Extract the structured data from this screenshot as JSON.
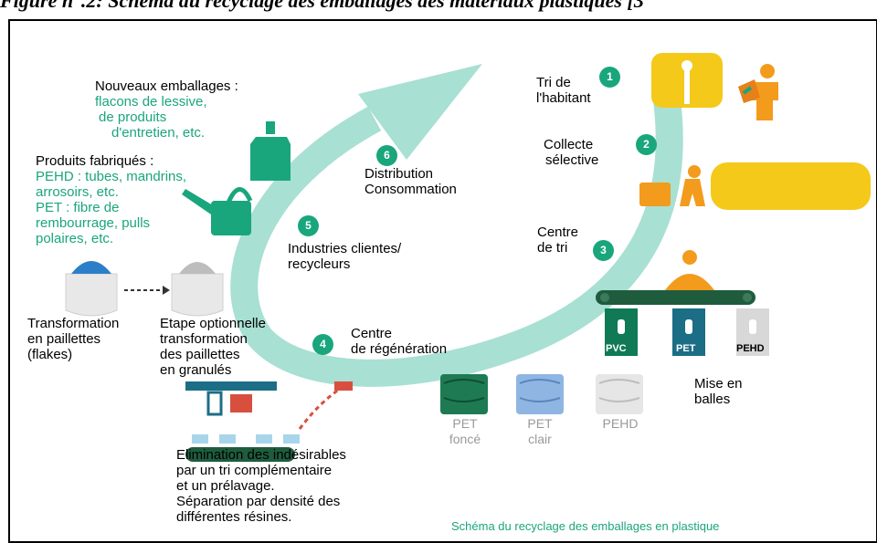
{
  "caption": "Figure n°.2: Schéma du recyclage des emballages des matériaux plastiques [3",
  "steps": {
    "s1": {
      "num": "1",
      "line1": "Tri de",
      "line2": "l'habitant"
    },
    "s2": {
      "num": "2",
      "line1": "Collecte",
      "line2": "sélective"
    },
    "s3": {
      "num": "3",
      "line1": "Centre",
      "line2": "de tri"
    },
    "s4": {
      "num": "4",
      "line1": "Centre",
      "line2": "de régénération"
    },
    "s5": {
      "num": "5",
      "line1": "Industries clientes/",
      "line2": "recycleurs"
    },
    "s6": {
      "num": "6",
      "line1": "Distribution",
      "line2": "Consommation"
    }
  },
  "new_packaging": {
    "title": "Nouveaux emballages :",
    "lines": [
      "flacons de lessive,",
      "de produits",
      "d'entretien, etc."
    ]
  },
  "products": {
    "title": "Produits fabriqués :",
    "lines": [
      "PEHD : tubes, mandrins,",
      "arrosoirs, etc.",
      "PET : fibre de",
      "rembourrage, pulls",
      "polaires, etc."
    ]
  },
  "flakes": {
    "lines": [
      "Transformation",
      "en paillettes",
      "(flakes)"
    ]
  },
  "optional": {
    "lines": [
      "Etape optionnelle",
      "transformation",
      "des paillettes",
      "en granulés"
    ]
  },
  "elimination": {
    "lines": [
      "Elimination des indésirables",
      "par un tri complémentaire",
      "et un prélavage.",
      "Séparation par densité des",
      "différentes résines."
    ]
  },
  "bales": {
    "line1": "Mise en",
    "line2": "balles"
  },
  "bins": [
    "PVC",
    "PET",
    "PEHD"
  ],
  "bale_labels": [
    {
      "line1": "PET",
      "line2": "foncé"
    },
    {
      "line1": "PET",
      "line2": "clair"
    },
    {
      "line1": "PEHD",
      "line2": ""
    }
  ],
  "footer": "Schéma du recyclage des emballages en plastique",
  "colors": {
    "green": "#19a67d",
    "arrow": "#a8e0d3",
    "yellow": "#f4c91a",
    "orange": "#f39b1c",
    "dark_green": "#0f7a55",
    "teal": "#1c6d86"
  }
}
